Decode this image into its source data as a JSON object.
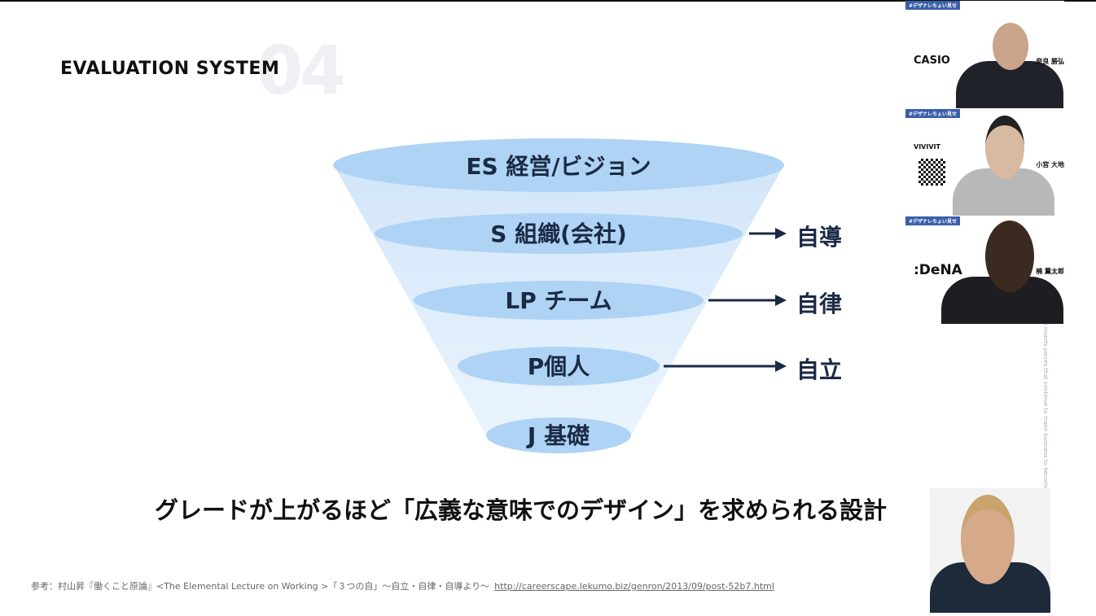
{
  "slide": {
    "title": "EVALUATION SYSTEM",
    "number": "04",
    "levels": [
      {
        "label": "ES 経営/ビジョン"
      },
      {
        "label": "S 組織(会社)",
        "result": "自導"
      },
      {
        "label": "LP チーム",
        "result": "自律"
      },
      {
        "label": "P個人",
        "result": "自立"
      },
      {
        "label": "J 基礎"
      }
    ],
    "caption": "グレードが上がるほど「広義な意味でのデザイン」を求められる設計",
    "reference": "参考：村山昇『働くこと原論』<The Elemental Lecture on Working >「３つの自」〜自立・自律・自導より〜",
    "reference_link": "http://careerscape.lekumo.biz/genron/2013/09/post-52b7.html",
    "vertical_text": "it inserts pieces that continue to make business to become a new culture before long"
  },
  "colors": {
    "ellipse": "#aed3f5",
    "funnel": "#dcecfb",
    "text": "#1b2a44"
  },
  "participants": [
    {
      "tag": "#デザナレちょい見せ",
      "company": "CASIO",
      "name": "奈良 勝弘"
    },
    {
      "tag": "#デザナレちょい見せ",
      "company": "VIVIVIT",
      "name": "小宮 大地"
    },
    {
      "tag": "#デザナレちょい見せ",
      "company": ":DeNA",
      "name": "楠 薫太郎"
    }
  ]
}
